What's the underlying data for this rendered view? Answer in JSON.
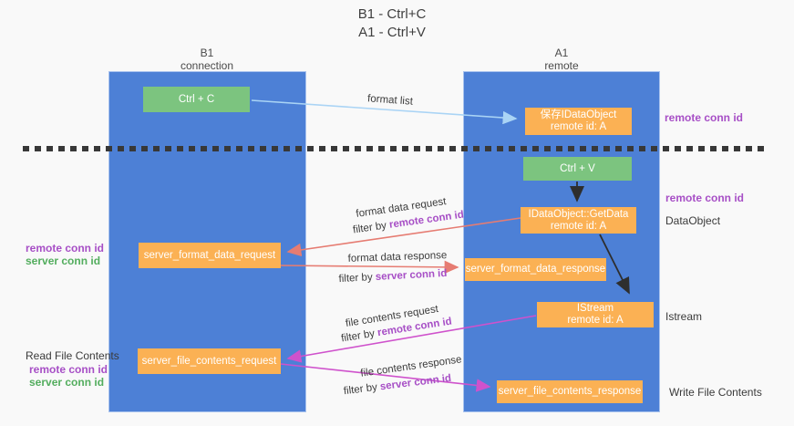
{
  "title": {
    "line1": "B1 - Ctrl+C",
    "line2": "A1 - Ctrl+V"
  },
  "columns": {
    "left": {
      "name": "B1",
      "role": "connection"
    },
    "right": {
      "name": "A1",
      "role": "remote"
    }
  },
  "boxes": {
    "ctrl_c": {
      "label": "Ctrl + C"
    },
    "ctrl_v": {
      "label": "Ctrl + V"
    },
    "save_idataobject": {
      "line1": "保存IDataObject",
      "line2": "remote id: A"
    },
    "idataobject_getdata": {
      "line1": "IDataObject::GetData",
      "line2": "remote id: A"
    },
    "istream": {
      "line1": "IStream",
      "line2": "remote id: A"
    },
    "server_format_data_request": {
      "label": "server_format_data_request"
    },
    "server_format_data_response": {
      "label": "server_format_data_response"
    },
    "server_file_contents_request": {
      "label": "server_file_contents_request"
    },
    "server_file_contents_response": {
      "label": "server_file_contents_response"
    }
  },
  "arrow_labels": {
    "format_list": "format list",
    "format_data_request": "format data request",
    "format_data_response": "format data response",
    "file_contents_request": "file contents request",
    "file_contents_response": "file contents response",
    "filter_by": "filter by ",
    "remote_conn_id": "remote conn id",
    "server_conn_id": "server conn id"
  },
  "side_labels": {
    "remote_conn_id_top_right": "remote conn id",
    "remote_conn_id_mid_right": "remote conn id",
    "dataobject": "DataObject",
    "istream": "Istream",
    "write_file_contents": "Write File Contents",
    "read_file_contents": "Read File Contents",
    "remote_conn_id_left_mid": "remote conn id",
    "server_conn_id_left_mid": "server conn id",
    "remote_conn_id_left_bottom": "remote conn id",
    "server_conn_id_left_bottom": "server conn id"
  },
  "colors": {
    "column_blue": "#4d80d6",
    "box_green": "#7cc47f",
    "box_orange": "#fbb154",
    "arrow_salmon": "#e67c72",
    "arrow_magenta": "#cf52cc",
    "arrow_light_blue": "#aad4f5",
    "arrow_black": "#2e2e2e",
    "text_purple": "#a74fc6",
    "text_green": "#53ad5e",
    "background": "#f9f9f9"
  }
}
